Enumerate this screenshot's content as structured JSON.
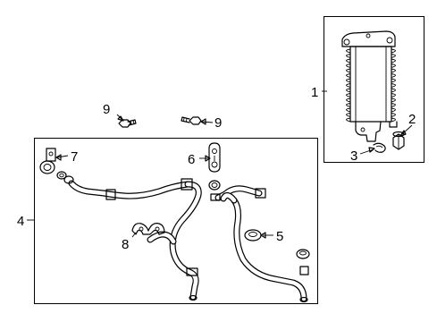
{
  "callouts": {
    "c1": "1",
    "c2": "2",
    "c3": "3",
    "c4": "4",
    "c5": "5",
    "c6": "6",
    "c7": "7",
    "c8": "8",
    "c9a": "9",
    "c9b": "9"
  },
  "colors": {
    "line": "#000000",
    "background": "#ffffff"
  }
}
